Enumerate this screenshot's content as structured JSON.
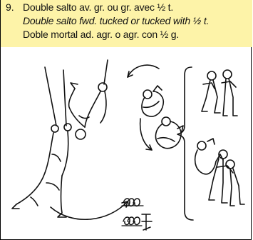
{
  "skill": {
    "number": "9.",
    "name_fr": "Double salto av. gr. ou gr. avec ½ t.",
    "name_en": "Double salto fwd. tucked or tucked with ½ t.",
    "name_es": "Doble mortal ad. agr. o agr. con  ½  g."
  },
  "colors": {
    "header_bg": "#fdf3a8",
    "ink": "#111111"
  },
  "figure": {
    "icon": "gymnast-rings-double-salto-illustration",
    "symbols": [
      "tuck-symbol-icon",
      "tuck-half-turn-symbol-icon"
    ]
  }
}
